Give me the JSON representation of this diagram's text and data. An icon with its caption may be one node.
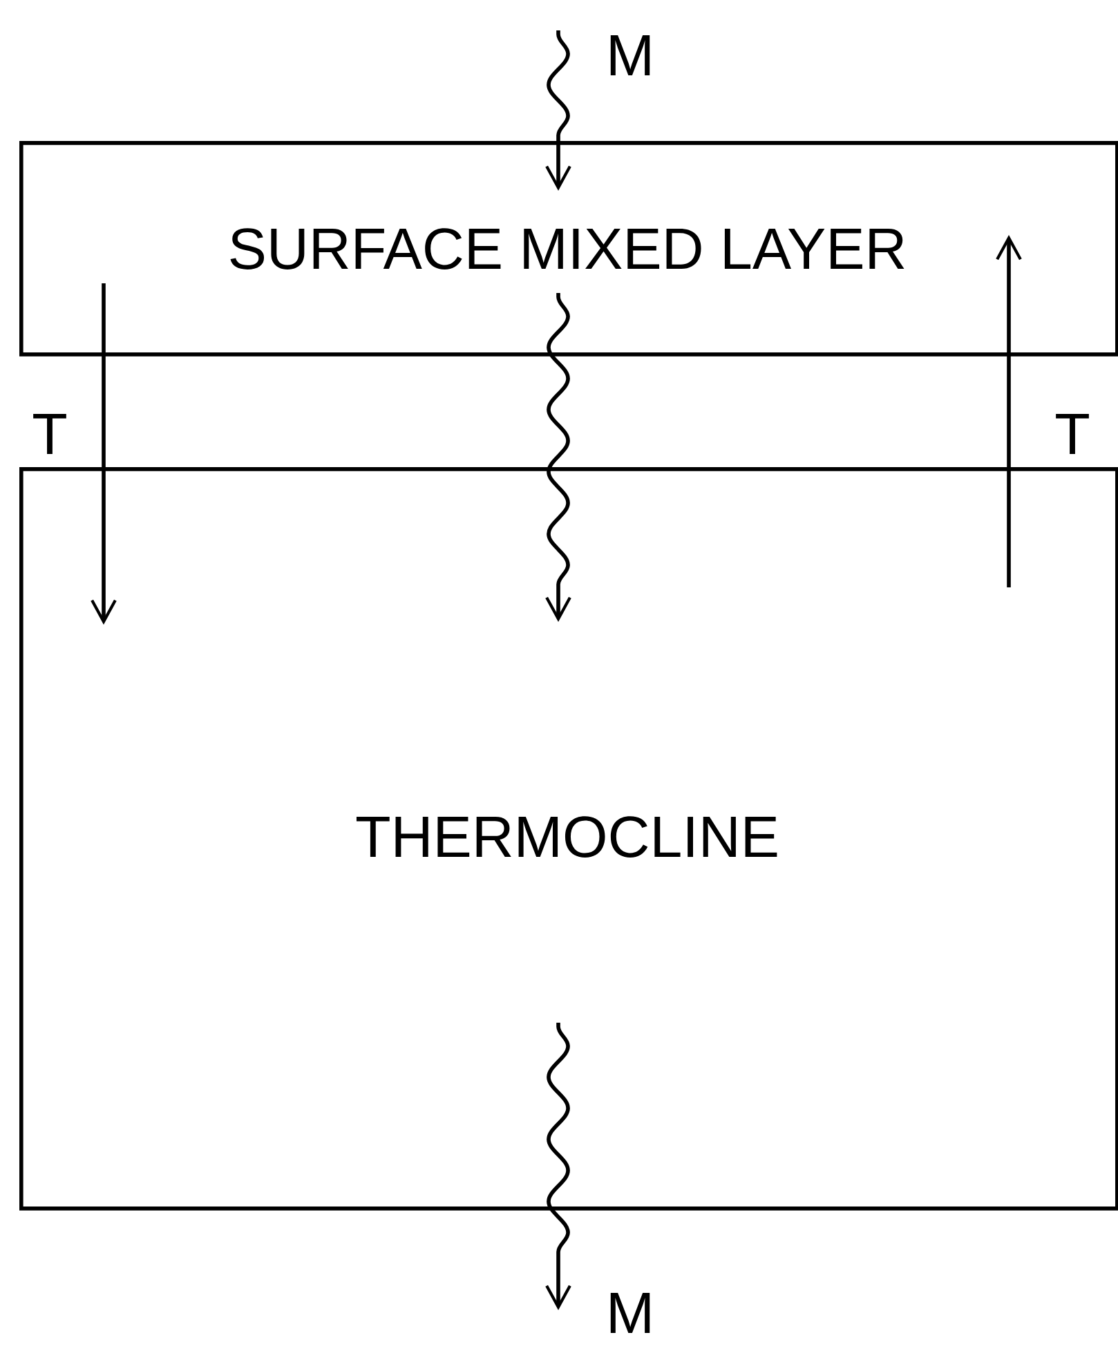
{
  "diagram": {
    "nodes": [
      {
        "text": [
          "SURFACE MIXED LAYER"
        ]
      },
      {
        "text": [
          "THERMOCLINE"
        ]
      },
      {
        "text": [
          "M"
        ]
      },
      {
        "text": [
          "M"
        ]
      }
    ],
    "edges": [
      {
        "from": 2,
        "to": 0,
        "arrow": "to"
      },
      {
        "from": 0,
        "to": 1,
        "arrow": "to"
      },
      {
        "from": 0,
        "to": 1,
        "arrow": "to",
        "label": "T"
      },
      {
        "from": 1,
        "to": 0,
        "arrow": "to",
        "label": "T"
      },
      {
        "from": 1,
        "to": 3,
        "arrow": "to"
      }
    ]
  }
}
